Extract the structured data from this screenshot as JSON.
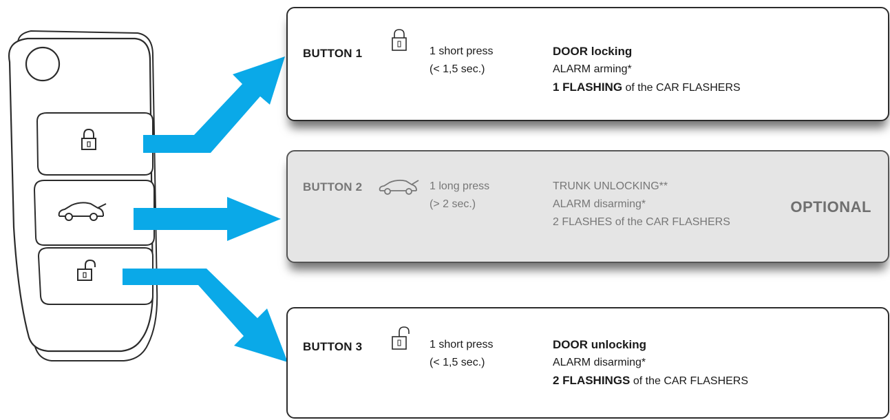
{
  "buttons": [
    {
      "label": "BUTTON 1",
      "icon": "locked-padlock-icon",
      "press": [
        "1 short press",
        "(< 1,5 sec.)"
      ],
      "action_title": "DOOR locking",
      "action_line2": "ALARM arming*",
      "action_line3_bold": "1 FLASHING",
      "action_line3_rest": " of the CAR FLASHERS",
      "optional": false
    },
    {
      "label": "BUTTON 2",
      "icon": "car-trunk-open-icon",
      "press": [
        "1 long press",
        "(> 2 sec.)"
      ],
      "action_title": "TRUNK UNLOCKING**",
      "action_line2": "ALARM disarming*",
      "action_line3_bold": "",
      "action_line3_rest": "2 FLASHES of the CAR FLASHERS",
      "optional": true,
      "tag": "OPTIONAL"
    },
    {
      "label": "BUTTON 3",
      "icon": "unlocked-padlock-icon",
      "press": [
        "1 short press",
        "(< 1,5 sec.)"
      ],
      "action_title": "DOOR unlocking",
      "action_line2": "ALARM disarming*",
      "action_line3_bold": "2 FLASHINGS",
      "action_line3_rest": " of the CAR FLASHERS",
      "optional": false
    }
  ],
  "colors": {
    "arrow": "#0aa9e8",
    "outline": "#2b2b2b",
    "optional_bg": "#e5e5e5",
    "optional_text": "#777777"
  },
  "key_fob": {
    "icons": [
      "locked-padlock-icon",
      "car-trunk-open-icon",
      "unlocked-padlock-icon"
    ]
  }
}
